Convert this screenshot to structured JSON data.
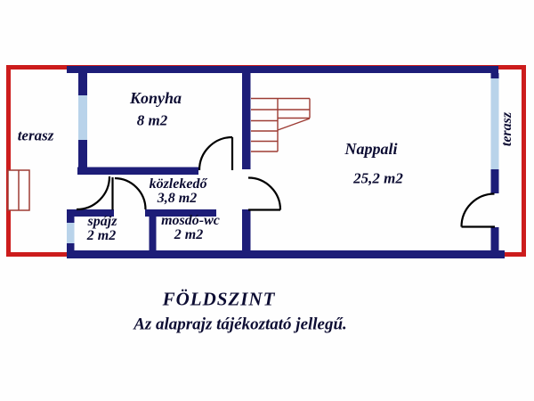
{
  "rooms": {
    "konyha": {
      "name": "Konyha",
      "area": "8 m2"
    },
    "nappali": {
      "name": "Nappali",
      "area": "25,2 m2"
    },
    "kozlekedo": {
      "name": "közlekedő",
      "area": "3,8 m2"
    },
    "spajz": {
      "name": "spájz",
      "area": "2 m2"
    },
    "mosdo_wc": {
      "name": "mosdó-wc",
      "area": "2 m2"
    }
  },
  "terraces": {
    "left": {
      "name": "terasz"
    },
    "right": {
      "name": "terasz"
    }
  },
  "footer": {
    "title": "FÖLDSZINT",
    "note": "Az alaprajz tájékoztató jellegű."
  },
  "colors": {
    "wall": "#1d1d78",
    "terrace_border": "#cc1c1c",
    "window": "#b9d3ea",
    "stairs": "#9d3c34",
    "door": "#000000",
    "text": "#0d0d33"
  }
}
